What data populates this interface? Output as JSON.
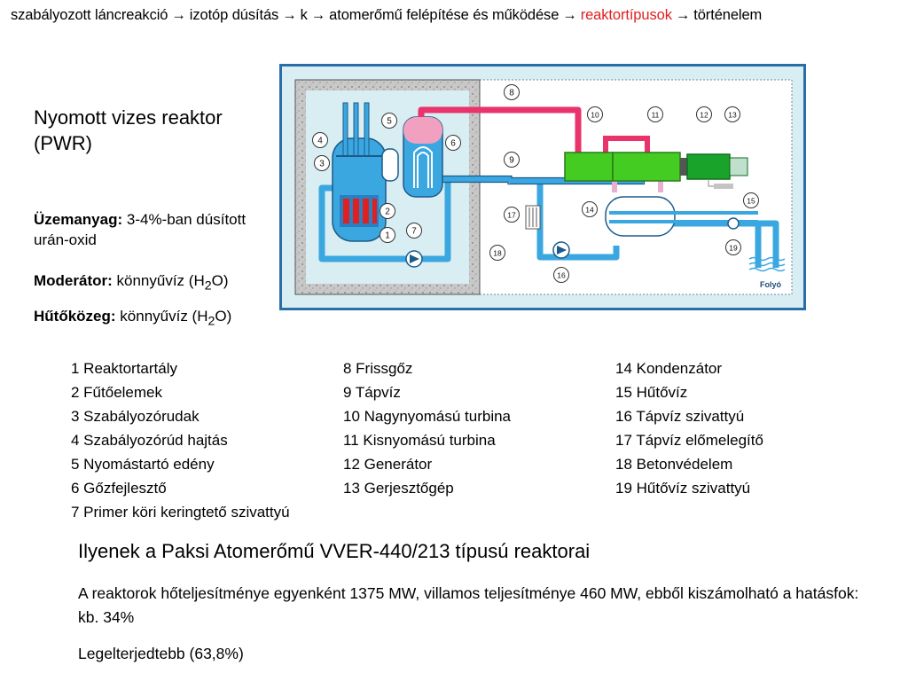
{
  "breadcrumb": {
    "items": [
      {
        "label": "szabályozott láncreakció",
        "current": false
      },
      {
        "label": "izotóp dúsítás",
        "current": false
      },
      {
        "label": "k",
        "current": false
      },
      {
        "label": "atomerőmű felépítése és működése",
        "current": false
      },
      {
        "label": "reaktortípusok",
        "current": true
      },
      {
        "label": "történelem",
        "current": false
      }
    ],
    "separator": "→",
    "current_color": "#e02020"
  },
  "title": {
    "line1": "Nyomott vizes reaktor",
    "line2": "(PWR)"
  },
  "properties": {
    "fuel_label": "Üzemanyag:",
    "fuel_value": "3-4%-ban dúsított urán-oxid",
    "moderator_label": "Moderátor:",
    "moderator_value": "könnyűvíz (H",
    "moderator_sub": "2",
    "moderator_end": "O)",
    "coolant_label": "Hűtőközeg:",
    "coolant_value": "könnyűvíz (H",
    "coolant_sub": "2",
    "coolant_end": "O)"
  },
  "diagram": {
    "numbers": [
      "1",
      "2",
      "3",
      "4",
      "5",
      "6",
      "7",
      "8",
      "9",
      "10",
      "11",
      "12",
      "13",
      "14",
      "15",
      "16",
      "17",
      "18",
      "19"
    ],
    "river_label": "Folyó",
    "colors": {
      "steam": "#e8336b",
      "water": "#3aa7e0",
      "turbine": "#44cc22",
      "generator": "#1aa32a",
      "frame": "#2a6ea8",
      "background": "#d8eef2"
    }
  },
  "legend": {
    "col1": [
      "1 Reaktortartály",
      "2 Fűtőelemek",
      "3 Szabályozórudak",
      "4 Szabályozórúd hajtás",
      "5 Nyomástartó edény",
      "6 Gőzfejlesztő",
      "7 Primer köri keringtető szivattyú"
    ],
    "col2": [
      "8 Frissgőz",
      "9 Tápvíz",
      "10 Nagynyomású turbina",
      "11 Kisnyomású turbina",
      "12 Generátor",
      "13 Gerjesztőgép"
    ],
    "col3": [
      "14 Kondenzátor",
      "15 Hűtővíz",
      "16 Tápvíz szivattyú",
      "17 Tápvíz előmelegítő",
      "18 Betonvédelem",
      "19 Hűtővíz szivattyú"
    ]
  },
  "paks": {
    "heading": "Ilyenek a Paksi Atomerőmű VVER-440/213 típusú reaktorai",
    "text": "A reaktorok hőteljesítménye egyenként 1375 MW, villamos teljesítménye 460 MW, ebből kiszámolható a hatásfok: kb. 34%",
    "note": "Legelterjedtebb (63,8%)"
  }
}
